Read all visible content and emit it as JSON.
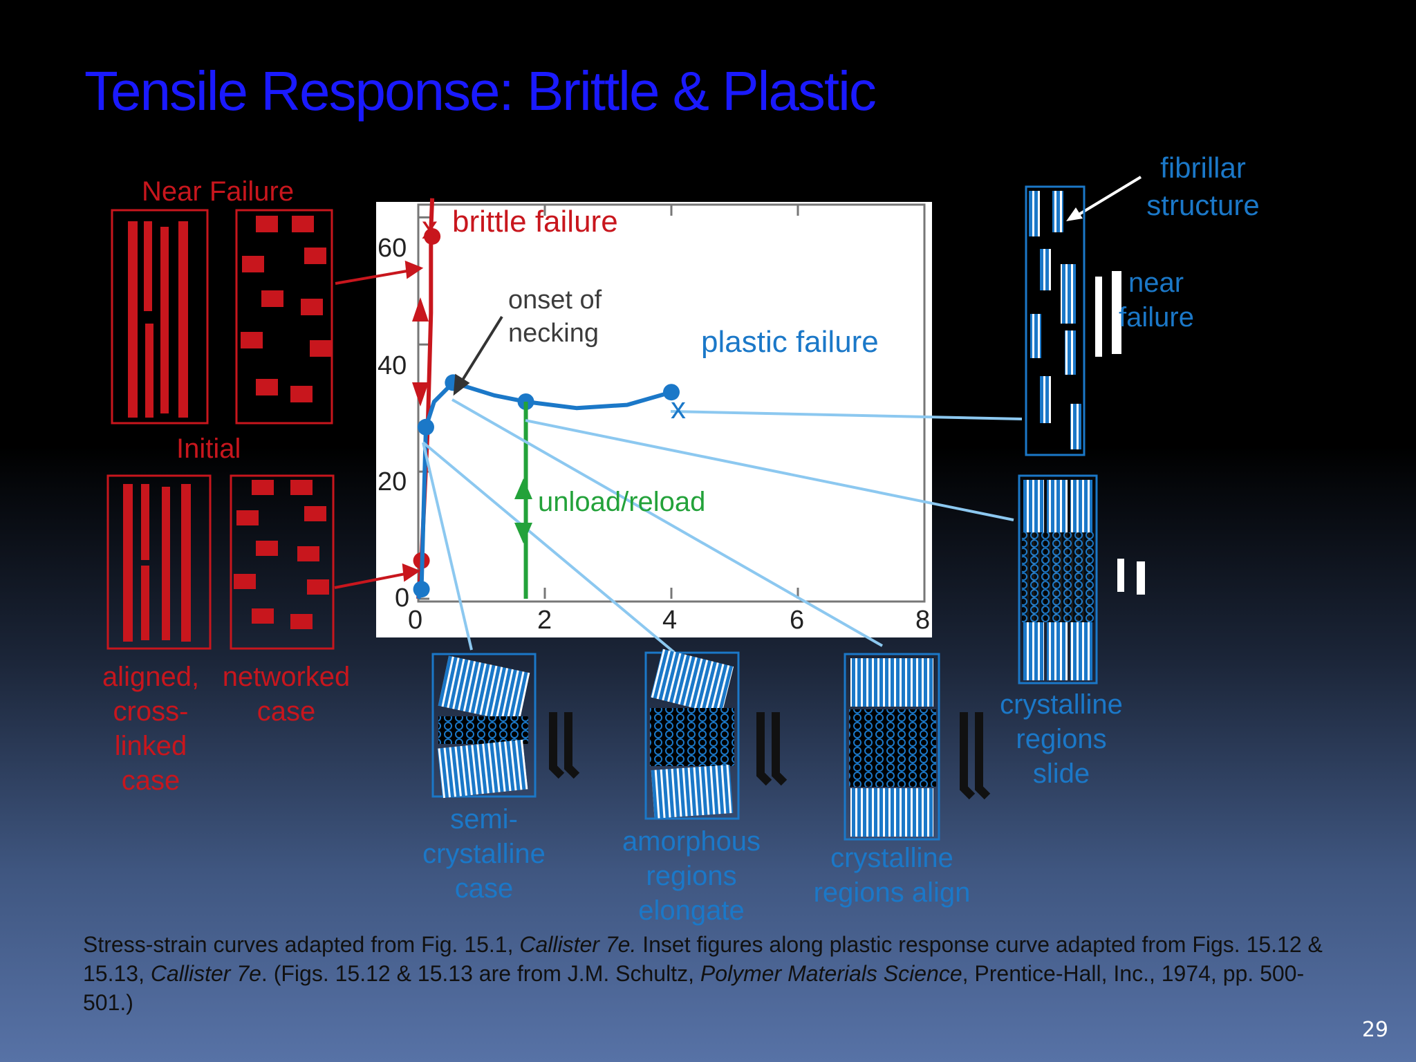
{
  "slide": {
    "title": "Tensile Response: Brittle & Plastic",
    "page_number": "29",
    "caption": {
      "p1": "Stress-strain curves adapted from Fig. 15.1, ",
      "i1": "Callister 7e.",
      "p2": "  Inset figures along plastic response curve adapted from Figs. 15.12 & 15.13, ",
      "i2": "Callister 7e",
      "p3": ".  (Figs. 15.12 & 15.13 are from J.M. Schultz, ",
      "i3": "Polymer Materials Science",
      "p4": ", Prentice-Hall, Inc., 1974, pp. 500-501.)"
    }
  },
  "labels": {
    "near_failure": "Near Failure",
    "initial": "Initial",
    "aligned_1": "aligned,",
    "aligned_2": "cross-",
    "aligned_3": "linked",
    "aligned_4": "case",
    "networked_1": "networked",
    "networked_2": "case",
    "brittle_failure": "brittle failure",
    "onset_1": "onset of",
    "onset_2": "necking",
    "plastic_failure": "plastic failure",
    "unload_reload": "unload/reload",
    "fibrillar_1": "fibrillar",
    "fibrillar_2": "structure",
    "near_fail_1": "near",
    "near_fail_2": "failure",
    "semi_1": "semi-",
    "semi_2": "crystalline",
    "semi_3": "case",
    "amorph_1": "amorphous",
    "amorph_2": "regions",
    "amorph_3": "elongate",
    "cryalign_1": "crystalline",
    "cryalign_2": "regions align",
    "cryslide_1": "crystalline",
    "cryslide_2": "regions",
    "cryslide_3": "slide",
    "x_mark": "x"
  },
  "colors": {
    "title": "#1a1aff",
    "brittle": "#c8161d",
    "plastic": "#1b78c8",
    "unload": "#23a23a",
    "inset_lines": "#8cc8f0"
  },
  "chart_data": {
    "type": "line",
    "x_ticks": [
      "0",
      "2",
      "4",
      "6",
      "8"
    ],
    "y_ticks": [
      "0",
      "20",
      "40",
      "60"
    ],
    "xlim": [
      0,
      8
    ],
    "ylim": [
      0,
      62
    ],
    "series": [
      {
        "points": [
          [
            0,
            0
          ],
          [
            0.05,
            6
          ],
          [
            0.15,
            27
          ],
          [
            0.2,
            45
          ],
          [
            0.2,
            58
          ],
          [
            0.22,
            63
          ]
        ],
        "color": "#c8161d",
        "marker_points": [
          [
            0.05,
            6
          ],
          [
            0.22,
            57
          ]
        ],
        "failure_x": [
          0.22,
          63
        ]
      },
      {
        "points": [
          [
            0,
            0
          ],
          [
            0.05,
            1.5
          ],
          [
            0.12,
            27
          ],
          [
            0.25,
            31
          ],
          [
            0.55,
            34
          ],
          [
            1.2,
            32
          ],
          [
            1.7,
            31
          ],
          [
            2.5,
            30
          ],
          [
            3.3,
            30.5
          ],
          [
            4,
            32.5
          ]
        ],
        "color": "#1b78c8",
        "marker_points": [
          [
            0.05,
            1.5
          ],
          [
            0.12,
            27
          ],
          [
            0.55,
            34
          ],
          [
            1.7,
            31
          ],
          [
            4,
            32.5
          ]
        ],
        "failure_x": [
          4.1,
          32.5
        ]
      },
      {
        "points": [
          [
            1.7,
            31
          ],
          [
            1.7,
            0
          ]
        ],
        "color": "#23a23a"
      }
    ]
  }
}
